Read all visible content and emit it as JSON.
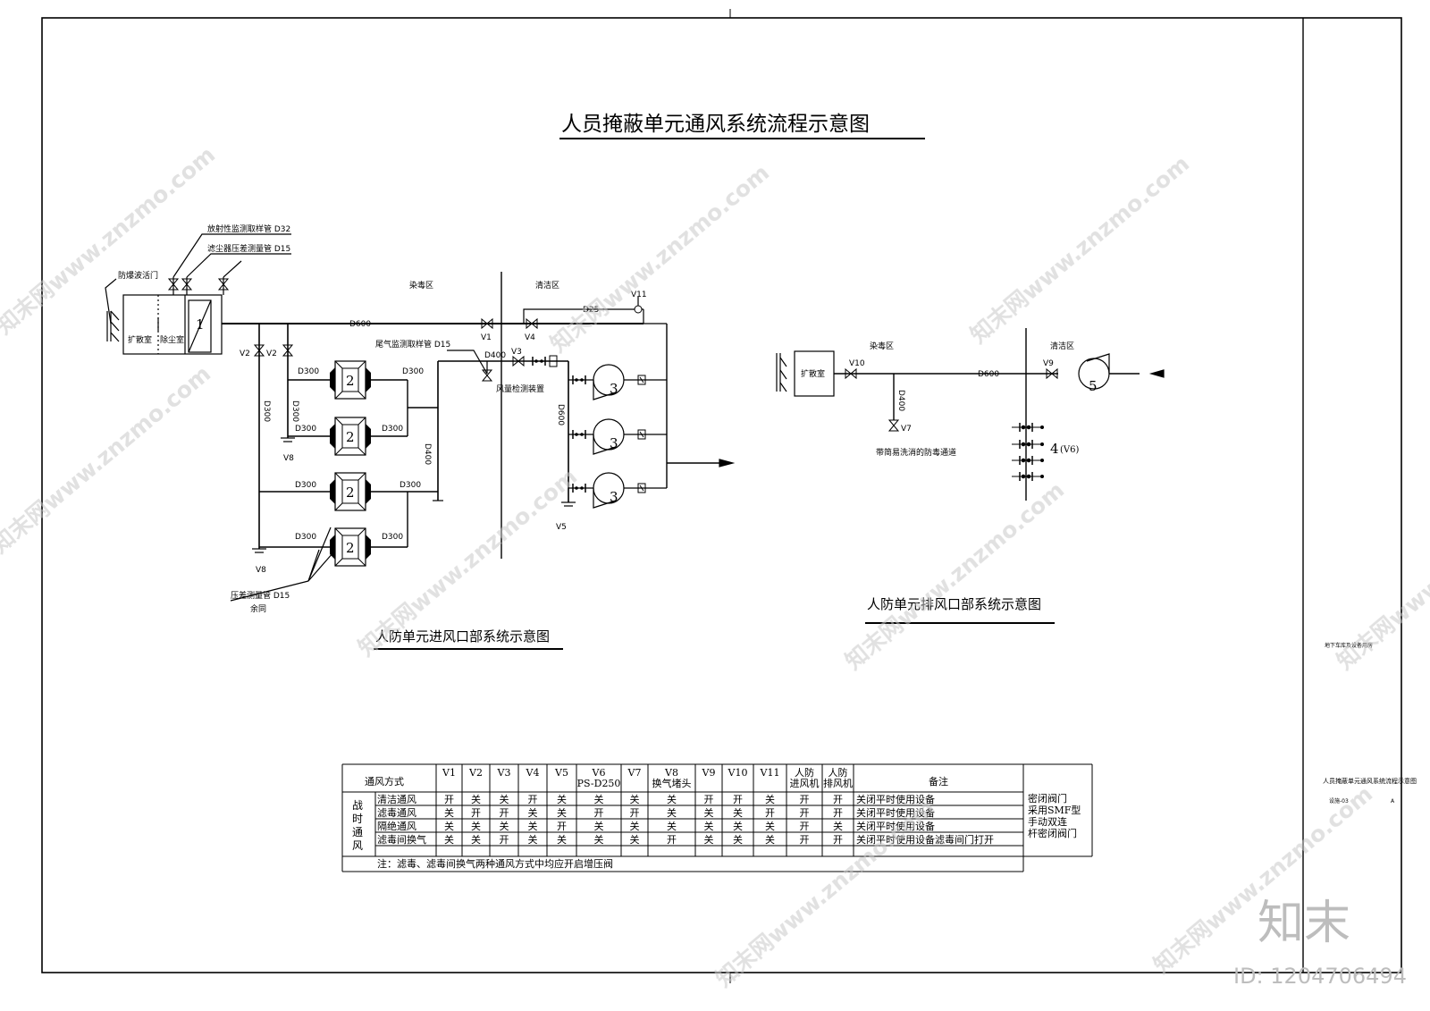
{
  "title": "人员掩蔽单元通风系统流程示意图",
  "intake": {
    "subtitle": "人防单元进风口部系统示意图",
    "labels": {
      "blast_door": "防爆波活门",
      "radiation_pipe": "放射性监测取样管 D32",
      "filter_pipe": "滤尘器压差测量管 D15",
      "diffusion_room": "扩散室",
      "dust_room": "除尘室",
      "contam_zone": "染毒区",
      "clean_zone": "清洁区",
      "d600": "D600",
      "d25": "D25",
      "v11": "V11",
      "v1": "V1",
      "v4": "V4",
      "v3": "V3",
      "v2a": "V2",
      "v2b": "V2",
      "exhaust_pipe": "尾气监测取样管 D15",
      "d400a": "D400",
      "flow_device": "风量检测装置",
      "d300_1": "D300",
      "d300_2": "D300",
      "d300_3": "D300",
      "d300_4": "D300",
      "d300_5": "D300",
      "d300_6": "D300",
      "d300_7": "D300",
      "d300_8": "D300",
      "d300_v1": "D300",
      "d300_v2": "D300",
      "d400_v": "D400",
      "d600_v": "D600",
      "v8a": "V8",
      "v8b": "V8",
      "v5": "V5",
      "pressure_pipe": "压差测量管 D15",
      "same": "余同",
      "num1": "1",
      "num2a": "2",
      "num2b": "2",
      "num2c": "2",
      "num2d": "2",
      "num3a": "3",
      "num3b": "3",
      "num3c": "3"
    }
  },
  "exhaust": {
    "subtitle": "人防单元排风口部系统示意图",
    "labels": {
      "diffusion_room": "扩散室",
      "contam_zone": "染毒区",
      "clean_zone": "清洁区",
      "v10": "V10",
      "d600": "D600",
      "v9": "V9",
      "num5": "5",
      "d400": "D400",
      "v7": "V7",
      "channel": "带简易洗消的防毒通道",
      "num4": "4",
      "v6": "(V6)"
    }
  },
  "table": {
    "mode_header": "通风方式",
    "cols": [
      "V1",
      "V2",
      "V3",
      "V4",
      "V5",
      "V6",
      "V7",
      "V8",
      "V9",
      "V10",
      "V11",
      "人防",
      "人防"
    ],
    "cols_2": [
      "",
      "",
      "",
      "",
      "",
      "PS-D250",
      "",
      "换气堵头",
      "",
      "",
      "",
      "进风机",
      "排风机"
    ],
    "remark_header": "备注",
    "group": [
      "战",
      "时",
      "通",
      "风"
    ],
    "rows": [
      {
        "name": "清洁通风",
        "vals": [
          "开",
          "关",
          "关",
          "开",
          "关",
          "关",
          "关",
          "关",
          "开",
          "开",
          "关",
          "开",
          "开"
        ],
        "note": "关闭平时使用设备"
      },
      {
        "name": "滤毒通风",
        "vals": [
          "关",
          "开",
          "开",
          "关",
          "关",
          "开",
          "开",
          "关",
          "关",
          "关",
          "开",
          "开",
          "开"
        ],
        "note": "关闭平时使用设备"
      },
      {
        "name": "隔绝通风",
        "vals": [
          "关",
          "关",
          "关",
          "关",
          "开",
          "关",
          "关",
          "关",
          "关",
          "关",
          "关",
          "开",
          "关"
        ],
        "note": "关闭平时使用设备"
      },
      {
        "name": "滤毒间换气",
        "vals": [
          "关",
          "关",
          "开",
          "关",
          "关",
          "关",
          "关",
          "开",
          "关",
          "关",
          "关",
          "开",
          "开"
        ],
        "note": "关闭平时使用设备滤毒间门打开"
      }
    ],
    "footnote": "注：滤毒、滤毒间换气两种通风方式中均应开启增压阀",
    "side_note": [
      "密闭阀门",
      "采用SMF型",
      "手动双连",
      "杆密闭阀门"
    ]
  },
  "title_block": {
    "project": "地下车库及设备用房",
    "drawing_name": "人员掩蔽单元通风系统流程示意图",
    "drawing_no": "设施-03",
    "rev": "A"
  },
  "watermark": {
    "text": "知末网www.znzmo.com",
    "brand": "知末",
    "id": "ID: 1204706494"
  }
}
